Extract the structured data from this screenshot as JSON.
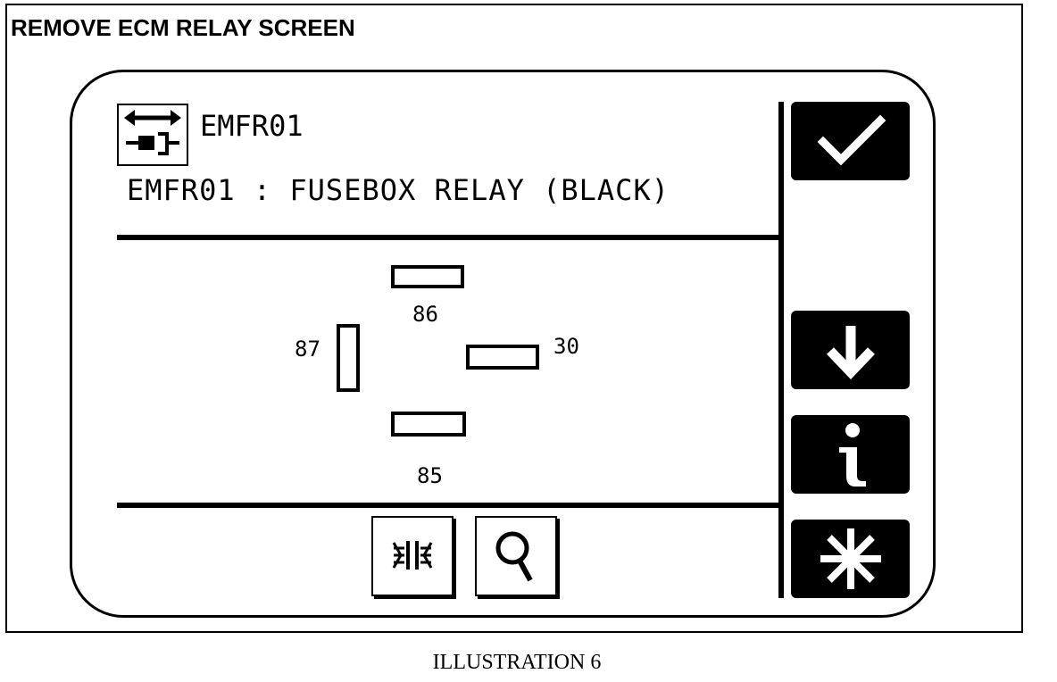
{
  "frame": {
    "title": "REMOVE ECM RELAY SCREEN"
  },
  "header": {
    "connector_icon": "connector-plug-icon",
    "code": "EMFR01",
    "description": "EMFR01 : FUSEBOX RELAY (BLACK)"
  },
  "relay_pins": [
    {
      "id": "86",
      "label": "86",
      "orientation": "horizontal"
    },
    {
      "id": "87",
      "label": "87",
      "orientation": "vertical"
    },
    {
      "id": "30",
      "label": "30",
      "orientation": "horizontal"
    },
    {
      "id": "85",
      "label": "85",
      "orientation": "horizontal"
    }
  ],
  "side_buttons": [
    {
      "name": "confirm",
      "icon": "checkmark-icon"
    },
    {
      "name": "next",
      "icon": "down-arrow-icon"
    },
    {
      "name": "info",
      "icon": "info-icon"
    },
    {
      "name": "options",
      "icon": "asterisk-icon"
    }
  ],
  "bottom_buttons": [
    {
      "name": "connector-view",
      "icon": "connector-diagram-icon"
    },
    {
      "name": "zoom",
      "icon": "magnifier-icon"
    }
  ],
  "caption": "ILLUSTRATION 6"
}
